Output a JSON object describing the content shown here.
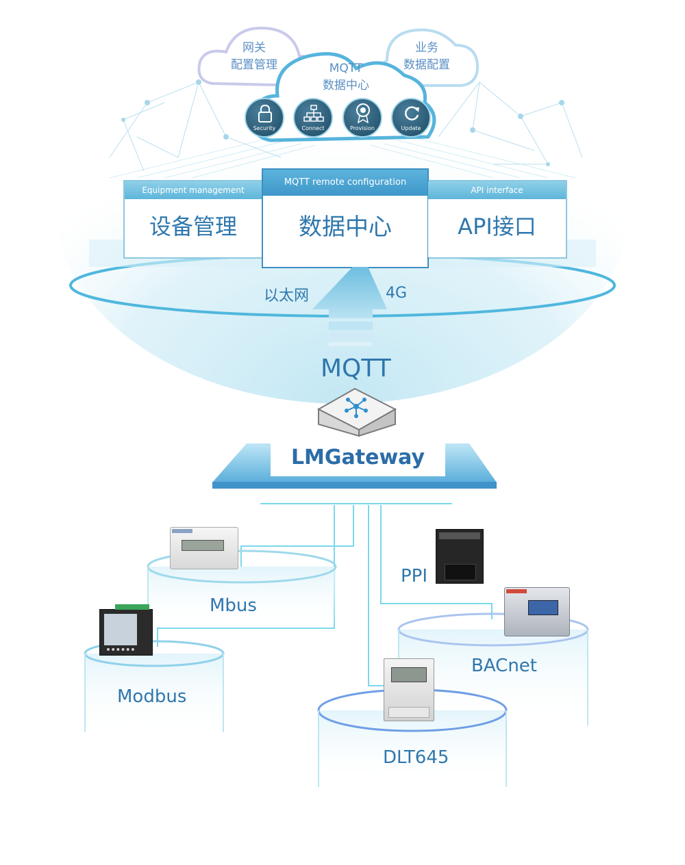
{
  "clouds": {
    "left": {
      "line1": "网关",
      "line2": "配置管理"
    },
    "center": {
      "line1": "MQTT",
      "line2": "数据中心"
    },
    "right": {
      "line1": "业务",
      "line2": "数据配置"
    }
  },
  "badges": [
    {
      "label": "Security",
      "icon": "lock-icon"
    },
    {
      "label": "Connect",
      "icon": "network-icon"
    },
    {
      "label": "Provision",
      "icon": "award-icon"
    },
    {
      "label": "Update",
      "icon": "refresh-icon"
    }
  ],
  "panels": {
    "left": {
      "header": "Equipment management",
      "title": "设备管理"
    },
    "center": {
      "header": "MQTT remote configuration",
      "title": "数据中心"
    },
    "right": {
      "header": "API interface",
      "title": "API接口"
    }
  },
  "links": {
    "ethernet": "以太网",
    "cellular": "4G"
  },
  "protocol": "MQTT",
  "gateway": {
    "name": "LMGateway"
  },
  "devices": {
    "mbus": "Mbus",
    "modbus": "Modbus",
    "ppi": "PPI",
    "bacnet": "BACnet",
    "dlt645": "DLT645"
  },
  "colors": {
    "primary": "#2f77ad",
    "accent": "#5ab8dc",
    "line": "#7ad8ea"
  }
}
